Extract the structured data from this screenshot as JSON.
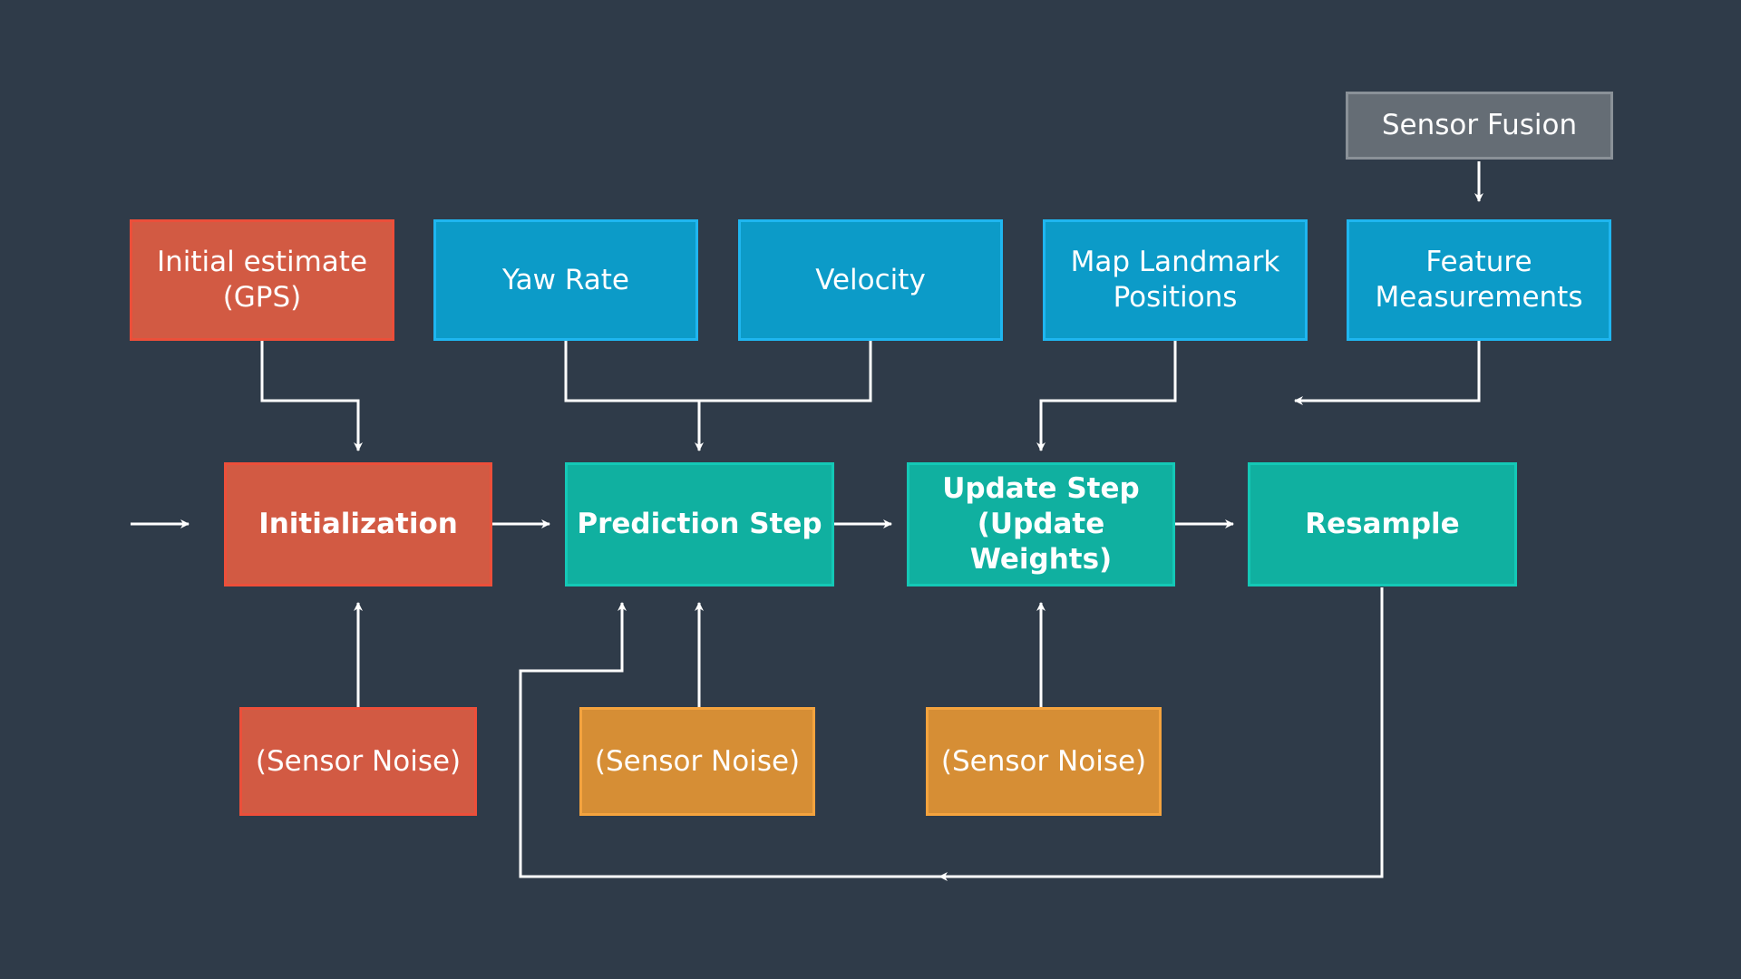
{
  "diagram": {
    "nodes": {
      "sensor_fusion": "Sensor Fusion",
      "initial_estimate": "Initial estimate\n(GPS)",
      "yaw_rate": "Yaw Rate",
      "velocity": "Velocity",
      "map_landmark": "Map Landmark\nPositions",
      "feature_measurements": "Feature\nMeasurements",
      "initialization": "Initialization",
      "prediction_step": "Prediction Step",
      "update_step": "Update Step\n(Update Weights)",
      "resample": "Resample",
      "sensor_noise_init": "(Sensor Noise)",
      "sensor_noise_pred": "(Sensor Noise)",
      "sensor_noise_update": "(Sensor Noise)"
    },
    "colors": {
      "background": "#2f3b49",
      "connector": "#ffffff",
      "red": "#d25a43",
      "blue": "#0c9bc8",
      "teal": "#10b0a0",
      "orange": "#d68e35",
      "gray": "#656d75"
    }
  }
}
